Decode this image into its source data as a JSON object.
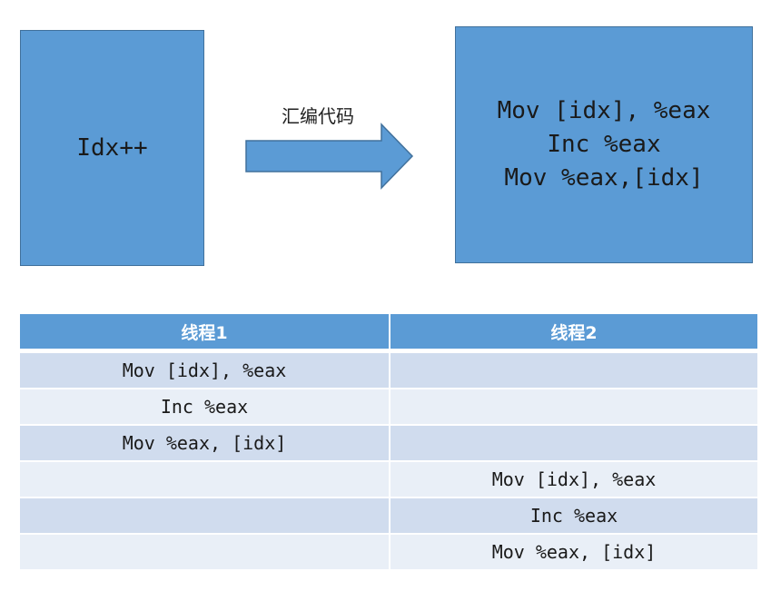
{
  "diagram": {
    "source_box": {
      "text": "Idx++"
    },
    "arrow": {
      "label": "汇编代码"
    },
    "asm_box": {
      "lines": [
        "Mov [idx], %eax",
        "Inc %eax",
        "Mov %eax,[idx]"
      ]
    }
  },
  "table": {
    "headers": [
      "线程1",
      "线程2"
    ],
    "rows": [
      [
        "Mov [idx], %eax",
        ""
      ],
      [
        "Inc %eax",
        ""
      ],
      [
        "Mov %eax, [idx]",
        ""
      ],
      [
        "",
        "Mov [idx], %eax"
      ],
      [
        "",
        "Inc %eax"
      ],
      [
        "",
        "Mov %eax, [idx]"
      ]
    ]
  },
  "colors": {
    "box_fill": "#5b9bd5",
    "box_border": "#41719c",
    "row_dark": "#d0dcee",
    "row_light": "#e9eff7"
  }
}
